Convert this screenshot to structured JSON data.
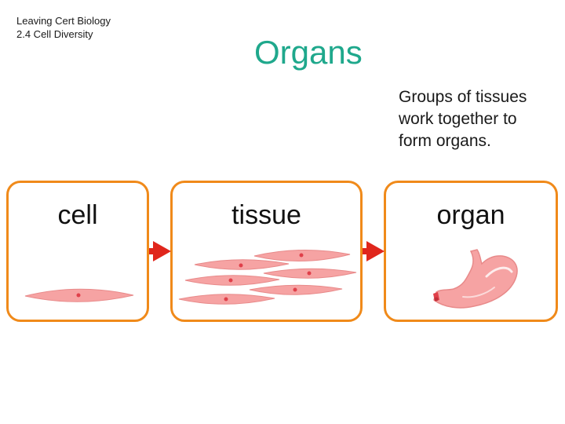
{
  "header": {
    "line1": "Leaving Cert Biology",
    "line2": "2.4 Cell Diversity"
  },
  "title": "Organs",
  "description": [
    "Groups of tissues",
    "work together to",
    "form organs."
  ],
  "stages": [
    {
      "label": "cell",
      "icon": "cell-icon"
    },
    {
      "label": "tissue",
      "icon": "tissue-icon"
    },
    {
      "label": "organ",
      "icon": "stomach-icon"
    }
  ],
  "colors": {
    "title": "#1fa88c",
    "box_border": "#f08a1a",
    "arrow": "#e0261c",
    "cell_fill": "#f6a3a3"
  }
}
